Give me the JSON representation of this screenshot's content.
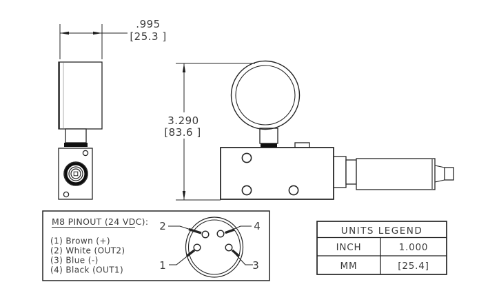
{
  "colors": {
    "background": "#ffffff",
    "line": "#232323",
    "text": "#3a3a3a"
  },
  "dimensions": {
    "width": {
      "inch": ".995",
      "mm": "[25.3 ]"
    },
    "height": {
      "inch": "3.290",
      "mm": "[83.6 ]"
    }
  },
  "pinout": {
    "title": "M8 PINOUT (24 VDC):",
    "entries": [
      "(1) Brown (+)",
      "(2) White (OUT2)",
      "(3) Blue (-)",
      "(4) Black (OUT1)"
    ],
    "pin_labels": {
      "top_left": "2",
      "top_right": "4",
      "bottom_left": "1",
      "bottom_right": "3"
    }
  },
  "units_legend": {
    "title": "UNITS LEGEND",
    "rows": [
      {
        "unit": "INCH",
        "value": "1.000"
      },
      {
        "unit": "MM",
        "value": "[25.4]"
      }
    ]
  }
}
